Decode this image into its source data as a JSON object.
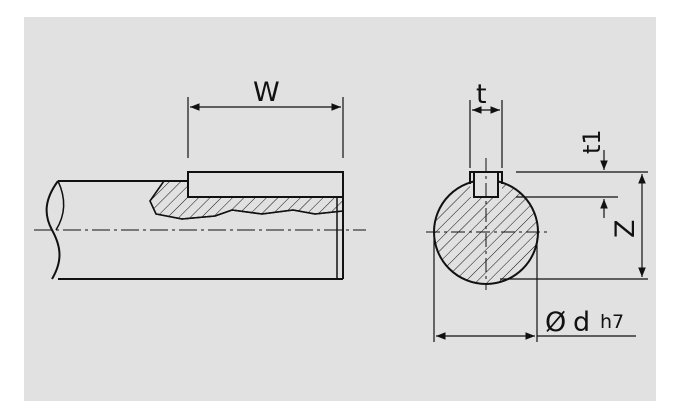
{
  "drawing": {
    "background_color": "#e1e1e1",
    "line_color": "#111111",
    "labels": {
      "width": "W",
      "key_width": "t",
      "key_depth": "t1",
      "height": "Z",
      "diameter_symbol": "Ø",
      "diameter": "d",
      "tolerance": "h7"
    }
  }
}
